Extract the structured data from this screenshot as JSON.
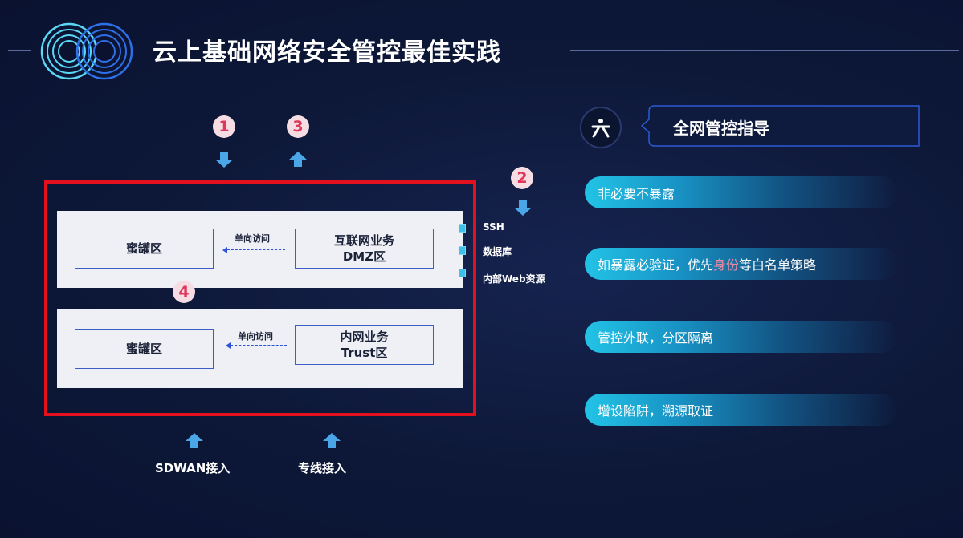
{
  "header": {
    "title": "云上基础网络安全管控最佳实践"
  },
  "diagram": {
    "markers": {
      "m1": "1",
      "m2": "2",
      "m3": "3",
      "m4": "4"
    },
    "dmz_zone": {
      "honeypot_label": "蜜罐区",
      "access_label": "单向访问",
      "business_line1": "互联网业务",
      "business_line2": "DMZ区"
    },
    "trust_zone": {
      "honeypot_label": "蜜罐区",
      "access_label": "单向访问",
      "business_line1": "内网业务",
      "business_line2": "Trust区"
    },
    "ports": [
      "SSH",
      "数据库",
      "内部Web资源"
    ],
    "bottom_labels": [
      "SDWAN接入",
      "专线接入"
    ]
  },
  "guide": {
    "icon": "tencent-cloud-icon",
    "title": "全网管控指导",
    "items": [
      {
        "pre": "非必要不暴露",
        "highlight": "",
        "post": ""
      },
      {
        "pre": "如暴露必验证，优先",
        "highlight": "身份",
        "post": "等白名单策略"
      },
      {
        "pre": "管控外联，分区隔离",
        "highlight": "",
        "post": ""
      },
      {
        "pre": "增设陷阱，溯源取证",
        "highlight": "",
        "post": ""
      }
    ]
  },
  "colors": {
    "background": "#0d1838",
    "red_frame": "#e3101e",
    "marker_bg": "#f6dde3",
    "marker_text": "#e0365a",
    "accent_cyan": "#22c3e6",
    "dash_blue": "#2d54d6"
  }
}
